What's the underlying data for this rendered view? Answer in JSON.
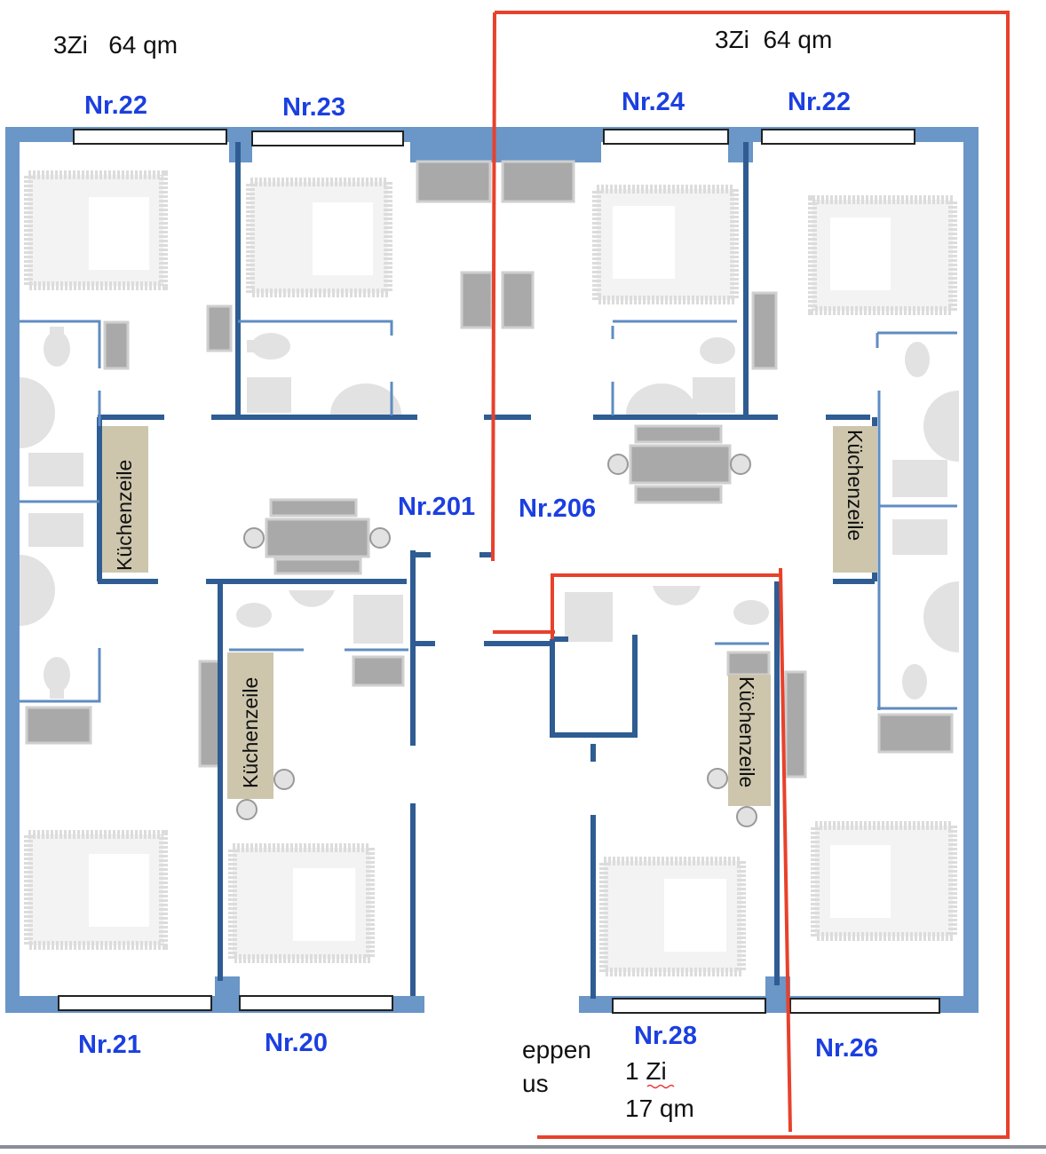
{
  "header": {
    "left_unit": "3Zi   64 qm",
    "right_unit": "3Zi  64 qm"
  },
  "rooms": {
    "nr22_left": "Nr.22",
    "nr23": "Nr.23",
    "nr24": "Nr.24",
    "nr22_right": "Nr.22",
    "nr201": "Nr.201",
    "nr206": "Nr.206",
    "nr21": "Nr.21",
    "nr20": "Nr.20",
    "nr28": "Nr.28",
    "nr26": "Nr.26"
  },
  "kitchens": {
    "k1": "Küchenzeile",
    "k2": "Küchenzeile",
    "k3": "Küchenzeile",
    "k4": "Küchenzeile"
  },
  "stair": {
    "line1": "eppen",
    "line2": "us"
  },
  "small_unit": {
    "rooms": "1 Zi",
    "area": "17 qm"
  },
  "colors": {
    "outer_wall": "#6a96c8",
    "inner_wall": "#2f5c92",
    "label": "#1b3fe0",
    "highlight": "#e8412b"
  }
}
